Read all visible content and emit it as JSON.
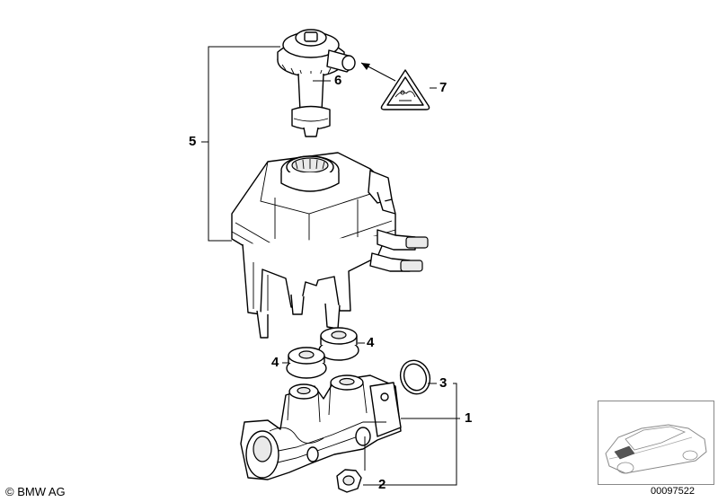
{
  "callouts": {
    "c1": "1",
    "c2": "2",
    "c3": "3",
    "c4a": "4",
    "c4b": "4",
    "c5": "5",
    "c6": "6",
    "c7": "7"
  },
  "footer": {
    "copyright": "© BMW AG",
    "document_number": "00097522"
  },
  "icons": {
    "warning_symbol": "brake-fluid-warning-triangle-icon",
    "vehicle_thumbnail": "car-location-thumbnail"
  }
}
